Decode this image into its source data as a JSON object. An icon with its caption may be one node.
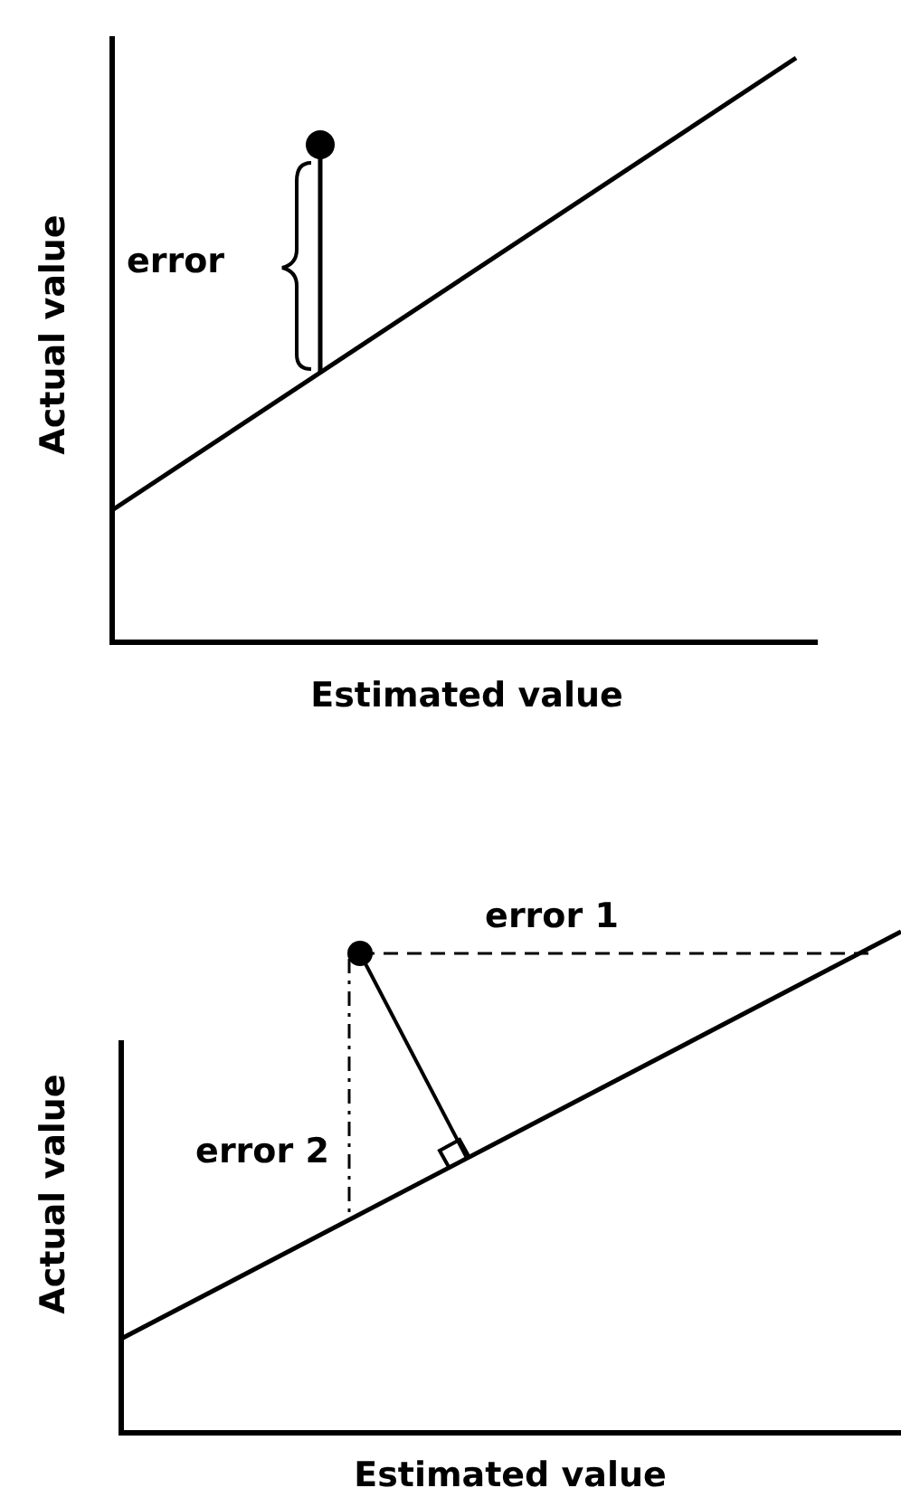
{
  "diagram": {
    "labels": [
      "Actual value",
      "error",
      "Estimated value",
      "error 1",
      "Actual value",
      "error 2",
      "Estimated value"
    ]
  }
}
